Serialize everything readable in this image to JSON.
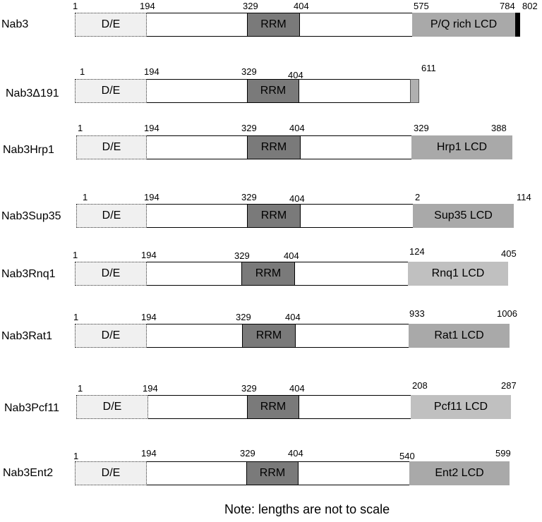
{
  "constructs": [
    {
      "name": "Nab3",
      "de_label": "D/E",
      "rrm_label": "RRM",
      "lcd_label": "P/Q rich LCD",
      "numbers": [
        "1",
        "194",
        "329",
        "404",
        "575",
        "784",
        "802"
      ]
    },
    {
      "name": "Nab3Δ191",
      "de_label": "D/E",
      "rrm_label": "RRM",
      "numbers": [
        "1",
        "194",
        "329",
        "404",
        "611"
      ]
    },
    {
      "name": "Nab3Hrp1",
      "de_label": "D/E",
      "rrm_label": "RRM",
      "lcd_label": "Hrp1 LCD",
      "numbers": [
        "1",
        "194",
        "329",
        "404",
        "329",
        "388"
      ]
    },
    {
      "name": "Nab3Sup35",
      "de_label": "D/E",
      "rrm_label": "RRM",
      "lcd_label": "Sup35 LCD",
      "numbers": [
        "1",
        "194",
        "329",
        "404",
        "2",
        "114"
      ]
    },
    {
      "name": "Nab3Rnq1",
      "de_label": "D/E",
      "rrm_label": "RRM",
      "lcd_label": "Rnq1 LCD",
      "numbers": [
        "1",
        "194",
        "329",
        "404",
        "124",
        "405"
      ]
    },
    {
      "name": "Nab3Rat1",
      "de_label": "D/E",
      "rrm_label": "RRM",
      "lcd_label": "Rat1 LCD",
      "numbers": [
        "1",
        "194",
        "329",
        "404",
        "933",
        "1006"
      ]
    },
    {
      "name": "Nab3Pcf11",
      "de_label": "D/E",
      "rrm_label": "RRM",
      "lcd_label": "Pcf11 LCD",
      "numbers": [
        "1",
        "194",
        "329",
        "404",
        "208",
        "287"
      ]
    },
    {
      "name": "Nab3Ent2",
      "de_label": "D/E",
      "rrm_label": "RRM",
      "lcd_label": "Ent2 LCD",
      "numbers": [
        "1",
        "194",
        "329",
        "404",
        "540",
        "599"
      ]
    }
  ],
  "note": "Note: lengths are not to scale",
  "colors": {
    "de_fill": "#f0f0f0",
    "rrm_fill": "#7a7a7a",
    "lcd_fill": "#a9a9a9",
    "lcd_fill_light": "#c0c0c0",
    "terminal_fill": "#000000"
  }
}
